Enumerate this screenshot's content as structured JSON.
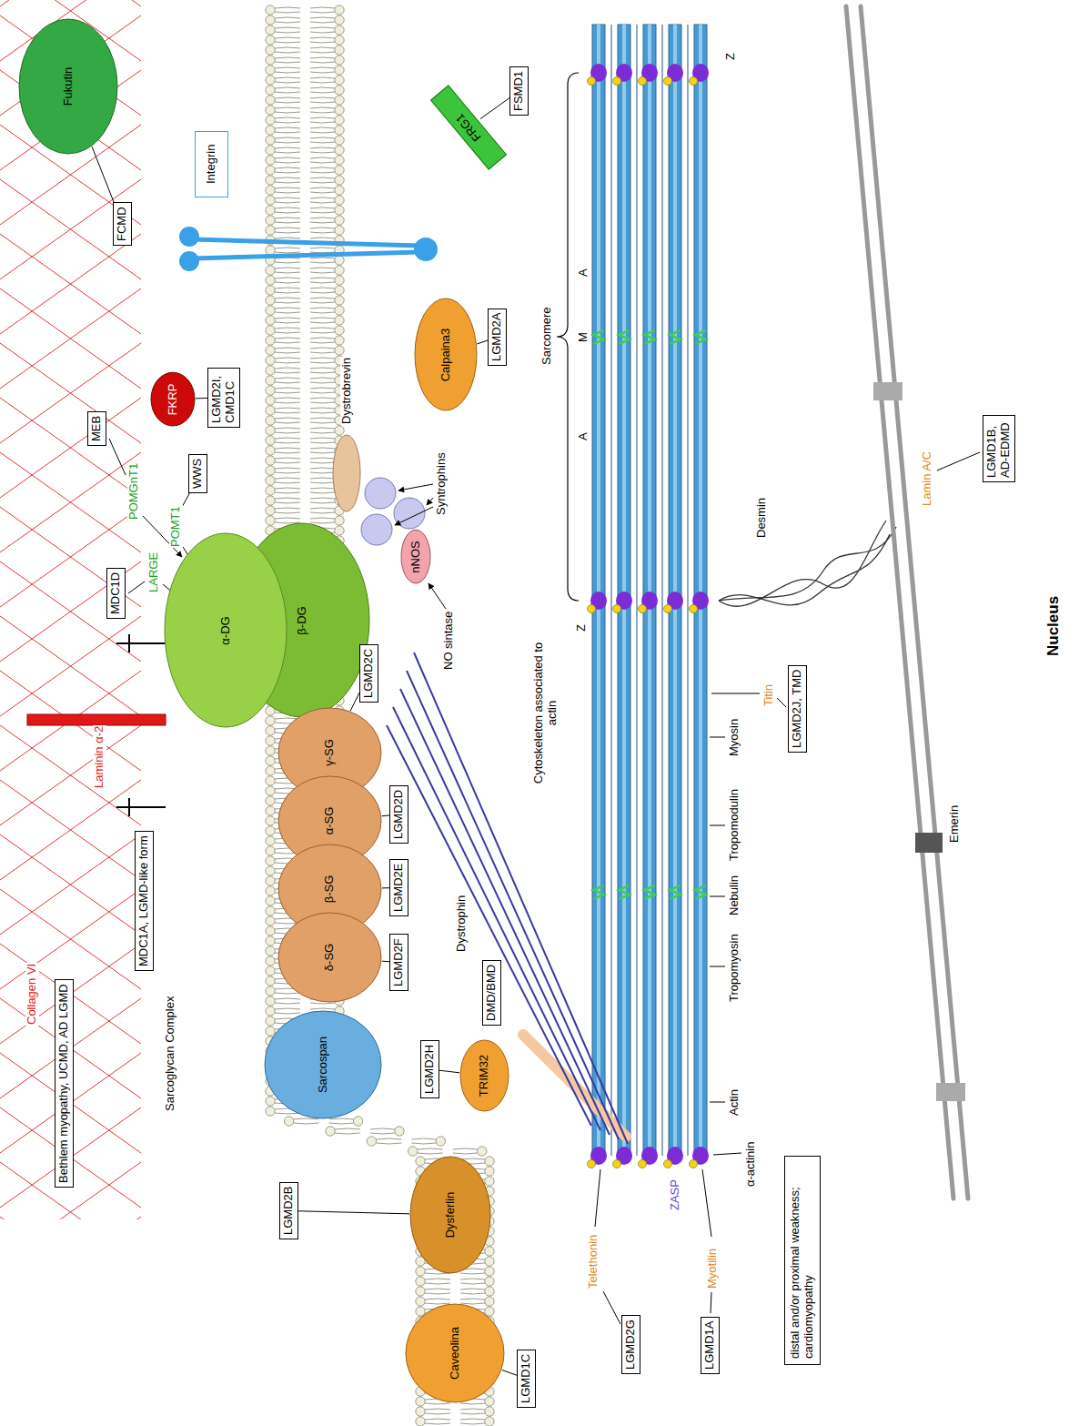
{
  "diagram": {
    "nodes": [
      {
        "text": [
          "Bethlem myopathy, UCMD, AD LGMD"
        ]
      },
      {
        "text": [
          "Fukutin"
        ]
      },
      {
        "text": [
          "FCMD"
        ]
      },
      {
        "text": [
          "MEB"
        ]
      },
      {
        "text": [
          "MDC1A, LGMD-like form"
        ]
      },
      {
        "text": [
          "Integrin"
        ]
      },
      {
        "text": [
          "FKRP"
        ]
      },
      {
        "text": [
          "WWS"
        ]
      },
      {
        "text": [
          "MDC1D"
        ]
      },
      {
        "text": [
          "LGMD2I, CMD1C"
        ]
      },
      {
        "text": [
          "α-DG"
        ]
      },
      {
        "text": [
          "β-DG"
        ]
      },
      {
        "text": [
          "LGMD2C"
        ]
      },
      {
        "text": [
          "γ-SG"
        ]
      },
      {
        "text": [
          "α-SG"
        ]
      },
      {
        "text": [
          "β-SG"
        ]
      },
      {
        "text": [
          "δ-SG"
        ]
      },
      {
        "text": [
          "LGMD2D"
        ]
      },
      {
        "text": [
          "LGMD2E"
        ]
      },
      {
        "text": [
          "LGMD2F"
        ]
      },
      {
        "text": [
          "Sarcospan"
        ]
      },
      {
        "text": [
          "nNOS"
        ]
      },
      {
        "text": [
          "Calpaina3"
        ]
      },
      {
        "text": [
          "LGMD2A"
        ]
      },
      {
        "text": [
          "FRG1"
        ]
      },
      {
        "text": [
          "FSMD1"
        ]
      },
      {
        "text": [
          "Dysferlin"
        ]
      },
      {
        "text": [
          "LGMD2B"
        ]
      },
      {
        "text": [
          "Caveolina"
        ]
      },
      {
        "text": [
          "LGMD1C"
        ]
      },
      {
        "text": [
          "TRIM32"
        ]
      },
      {
        "text": [
          "LGMD2H"
        ]
      },
      {
        "text": [
          "DMD/BMD"
        ]
      },
      {
        "text": [
          "LGMD2J, TMD"
        ]
      },
      {
        "text": [
          "LGMD2G"
        ]
      },
      {
        "text": [
          "LGMD1A"
        ]
      },
      {
        "text": [
          "distal and/or proximal weakness; cardiomyopathy"
        ]
      },
      {
        "text": [
          "LGMD1B, AD-EDMD"
        ]
      }
    ],
    "edges": [
      {
        "from": 2,
        "to": 1,
        "arrow": "none"
      },
      {
        "from": 9,
        "to": 6,
        "arrow": "none"
      },
      {
        "from": 12,
        "to": 13,
        "arrow": "none"
      },
      {
        "from": 17,
        "to": 14,
        "arrow": "none"
      },
      {
        "from": 18,
        "to": 15,
        "arrow": "none"
      },
      {
        "from": 19,
        "to": 16,
        "arrow": "none"
      },
      {
        "from": 23,
        "to": 22,
        "arrow": "none"
      },
      {
        "from": 25,
        "to": 24,
        "arrow": "none"
      },
      {
        "from": 27,
        "to": 26,
        "arrow": "none"
      },
      {
        "from": 29,
        "to": 28,
        "arrow": "none"
      },
      {
        "from": 31,
        "to": 30,
        "arrow": "none"
      }
    ],
    "labels": [
      "Collagen VI",
      "Laminin α-2",
      "POMGnT1",
      "POMT1",
      "LARGE",
      "Sarcoglycan Complex",
      "Dystrobrevin",
      "Syntrophins",
      "NO sintase",
      "Dystrophin",
      "Cytoskeleton associated to actin",
      "Sarcomere",
      "Z",
      "A",
      "M",
      "A",
      "Z",
      "Myosin",
      "Titin",
      "Tropomodulin",
      "Nebulin",
      "Tropomyosin",
      "Actin",
      "α-actinin",
      "ZASP",
      "Telethonin",
      "Myotilin",
      "Desmin",
      "Lamin A/C",
      "Emerin",
      "Nucleus"
    ]
  }
}
